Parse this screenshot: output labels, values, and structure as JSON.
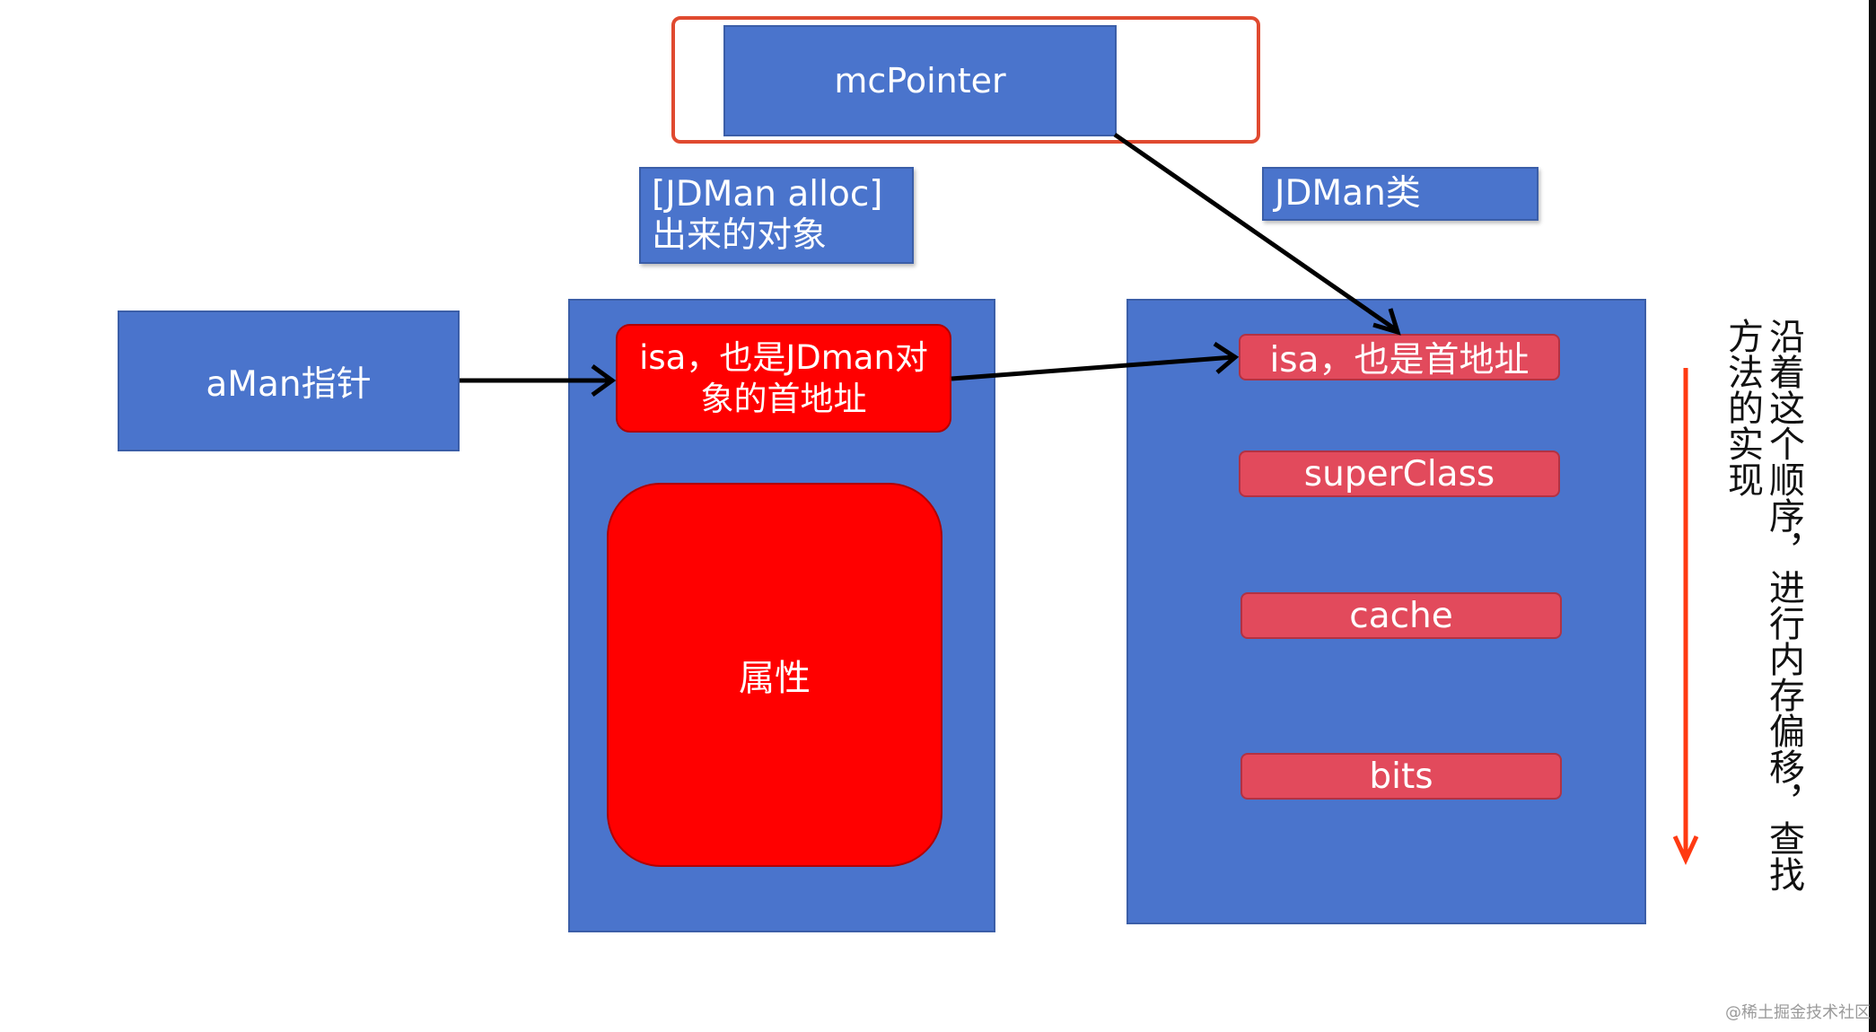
{
  "diagram": {
    "mc_pointer_label": "mcPointer",
    "alloc_label_line1": "[JDMan alloc]",
    "alloc_label_line2": "出来的对象",
    "class_label": "JDMan类",
    "aman_label": "aMan指针",
    "object_isa_line1": "isa，也是JDman对",
    "object_isa_line2": "象的首地址",
    "object_props_label": "属性",
    "class_fields": [
      "isa，也是首地址",
      "superClass",
      "cache",
      "bits"
    ],
    "side_note_col1": "沿着这个顺序，进行内存偏移，查找",
    "side_note_col2": "方法的实现",
    "watermark": "@稀土掘金技术社区"
  },
  "colors": {
    "block_blue": "#4a74cc",
    "highlight_red": "#ff0000",
    "field_pink": "#e24a5c",
    "frame_orange": "#e04a30",
    "arrow_orange": "#ff3a12"
  }
}
